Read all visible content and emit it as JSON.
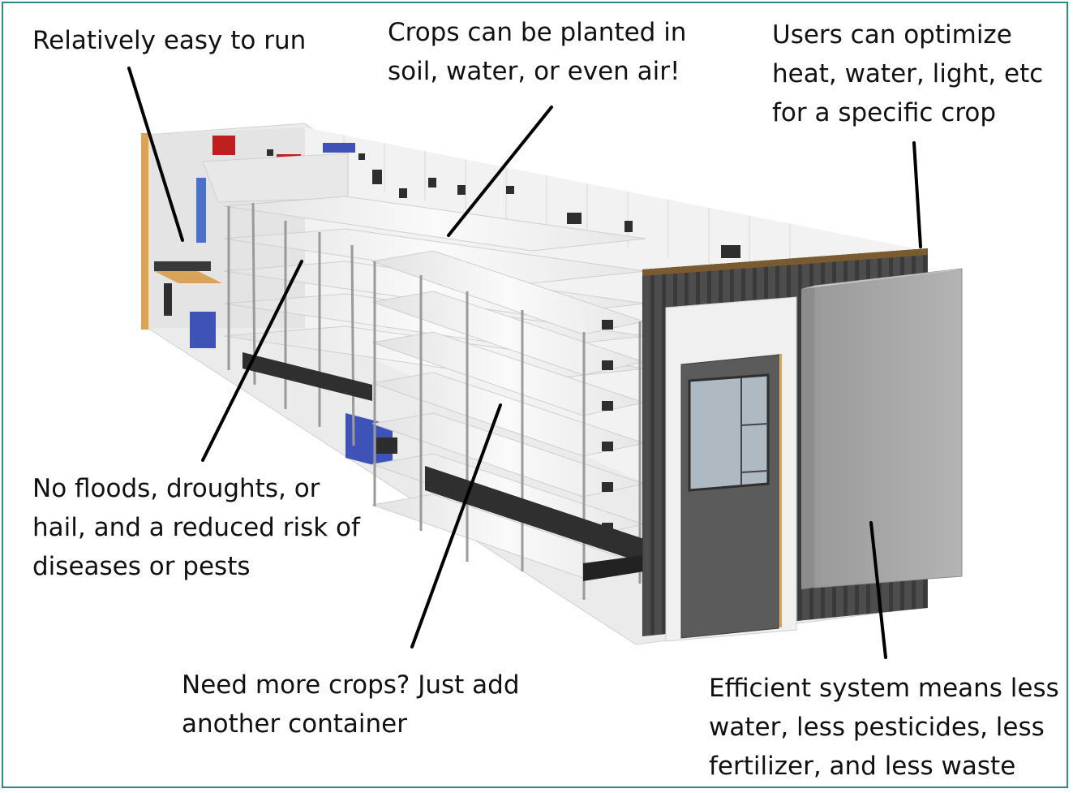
{
  "annotations": {
    "easy_to_run": [
      "Relatively easy to run"
    ],
    "planting_media": [
      "Crops can be planted in",
      "soil, water, or even air!"
    ],
    "optimize": [
      "Users can optimize",
      "heat, water, light, etc",
      "for a specific crop"
    ],
    "no_weather": [
      "No floods, droughts, or",
      "hail, and a reduced risk of",
      "diseases or pests"
    ],
    "scalable": [
      "Need more crops? Just add",
      "another container"
    ],
    "efficient": [
      "Efficient system means less",
      "water, less pesticides, less",
      "fertilizer, and less waste"
    ]
  },
  "colors": {
    "frame_border": "#2a8a8a",
    "container_exterior": "#4a4a4a",
    "interior_wall": "#e9e9e9",
    "shelf": "#f4f4f4",
    "rack_pole": "#9a9a9a",
    "bin_blue": "#3f52b5",
    "box_red": "#c01f1f",
    "hvac_unit": "#a7a7a7",
    "door": "#5b5b5b",
    "wood_trim": "#d9a35a",
    "leader_line": "#000000"
  }
}
